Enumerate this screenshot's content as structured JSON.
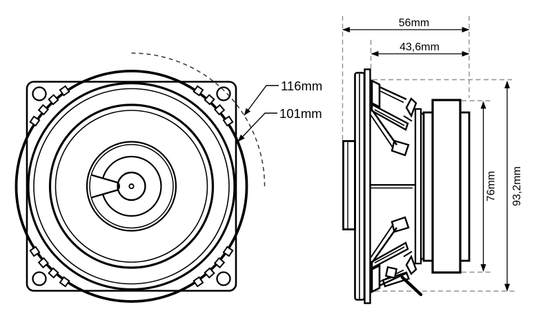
{
  "colors": {
    "line": "#000000",
    "dashed_reference": "#909090",
    "dashed_arc": "#333333",
    "background": "#ffffff"
  },
  "front_view": {
    "dims": {
      "corner_diagonal": "116mm",
      "outer_diameter": "101mm"
    }
  },
  "side_view": {
    "dims": {
      "total_depth": "56mm",
      "mounting_depth": "43,6mm",
      "magnet_height": "76mm",
      "basket_diameter": "93,2mm"
    }
  }
}
